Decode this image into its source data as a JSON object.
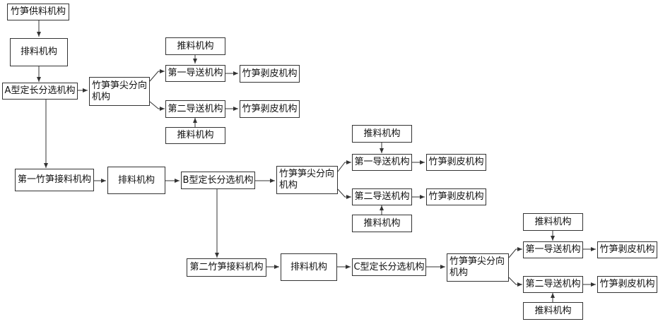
{
  "nodes": {
    "supply": "竹笋供料机构",
    "arrange1": "排料机构",
    "sortA": "A型定长分选机构",
    "tipDirA": "竹笋笋尖分向机构",
    "pushA1": "推料机构",
    "guideA1": "第一导送机构",
    "peelA1": "竹笋剥皮机构",
    "guideA2": "第二导送机构",
    "peelA2": "竹笋剥皮机构",
    "pushA2": "推料机构",
    "receive1": "第一竹笋接料机构",
    "arrange2": "排料机构",
    "sortB": "B型定长分选机构",
    "tipDirB": "竹笋笋尖分向机构",
    "pushB1": "推料机构",
    "guideB1": "第一导送机构",
    "peelB1": "竹笋剥皮机构",
    "guideB2": "第二导送机构",
    "peelB2": "竹笋剥皮机构",
    "pushB2": "推料机构",
    "receive2": "第二竹笋接料机构",
    "arrange3": "排料机构",
    "sortC": "C型定长分选机构",
    "tipDirC": "竹笋笋尖分向机构",
    "pushC1": "推料机构",
    "guideC1": "第一导送机构",
    "peelC1": "竹笋剥皮机构",
    "guideC2": "第二导送机构",
    "peelC2": "竹笋剥皮机构",
    "pushC2": "推料机构"
  },
  "colors": {
    "line": "#333333",
    "text": "#111111"
  }
}
